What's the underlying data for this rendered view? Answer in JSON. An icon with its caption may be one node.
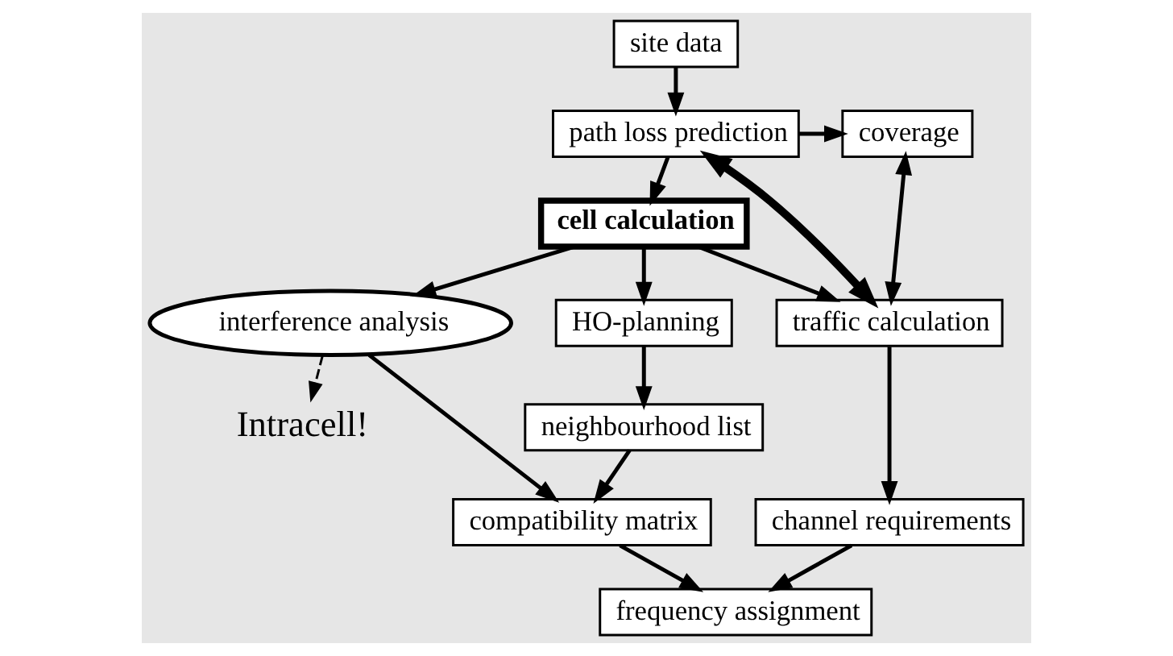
{
  "diagram": {
    "nodes": [
      {
        "text": [
          "site data"
        ]
      },
      {
        "text": [
          "path loss prediction"
        ]
      },
      {
        "text": [
          "coverage"
        ]
      },
      {
        "text": [
          "cell calculation"
        ]
      },
      {
        "text": [
          "interference analysis"
        ]
      },
      {
        "text": [
          "HO-planning"
        ]
      },
      {
        "text": [
          "traffic calculation"
        ]
      },
      {
        "text": [
          "Intracell!"
        ]
      },
      {
        "text": [
          "neighbourhood list"
        ]
      },
      {
        "text": [
          "compatibility matrix"
        ]
      },
      {
        "text": [
          "channel requirements"
        ]
      },
      {
        "text": [
          "frequency assignment"
        ]
      }
    ],
    "edges": [
      {
        "from": 0,
        "to": 1,
        "arrow": "to"
      },
      {
        "from": 1,
        "to": 2,
        "arrow": "to"
      },
      {
        "from": 1,
        "to": 3,
        "arrow": "to"
      },
      {
        "from": 1,
        "to": 6,
        "arrow": "both",
        "style": "thick"
      },
      {
        "from": 2,
        "to": 6,
        "arrow": "both"
      },
      {
        "from": 3,
        "to": 4,
        "arrow": "to"
      },
      {
        "from": 3,
        "to": 5,
        "arrow": "to"
      },
      {
        "from": 3,
        "to": 6,
        "arrow": "to"
      },
      {
        "from": 4,
        "to": 7,
        "arrow": "to",
        "style": "dashed"
      },
      {
        "from": 4,
        "to": 9,
        "arrow": "to"
      },
      {
        "from": 5,
        "to": 8,
        "arrow": "to"
      },
      {
        "from": 8,
        "to": 9,
        "arrow": "to"
      },
      {
        "from": 6,
        "to": 10,
        "arrow": "to"
      },
      {
        "from": 9,
        "to": 11,
        "arrow": "to"
      },
      {
        "from": 10,
        "to": 11,
        "arrow": "to"
      }
    ]
  }
}
